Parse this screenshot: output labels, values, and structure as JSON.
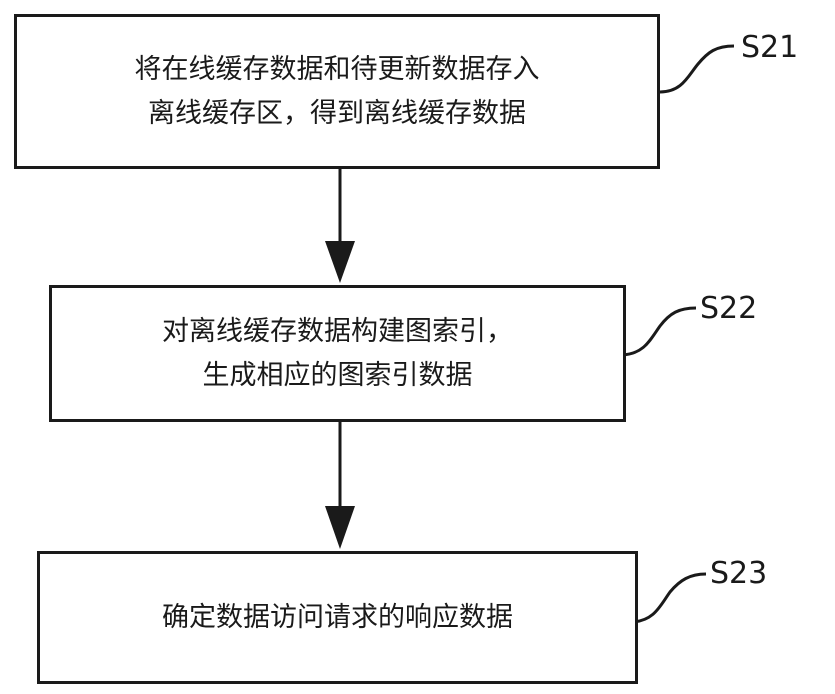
{
  "steps": [
    {
      "id": "S21",
      "lines": [
        "将在线缓存数据和待更新数据存入",
        "离线缓存区，得到离线缓存数据"
      ]
    },
    {
      "id": "S22",
      "lines": [
        "对离线缓存数据构建图索引，",
        "生成相应的图索引数据"
      ]
    },
    {
      "id": "S23",
      "lines": [
        "确定数据访问请求的响应数据"
      ]
    }
  ]
}
